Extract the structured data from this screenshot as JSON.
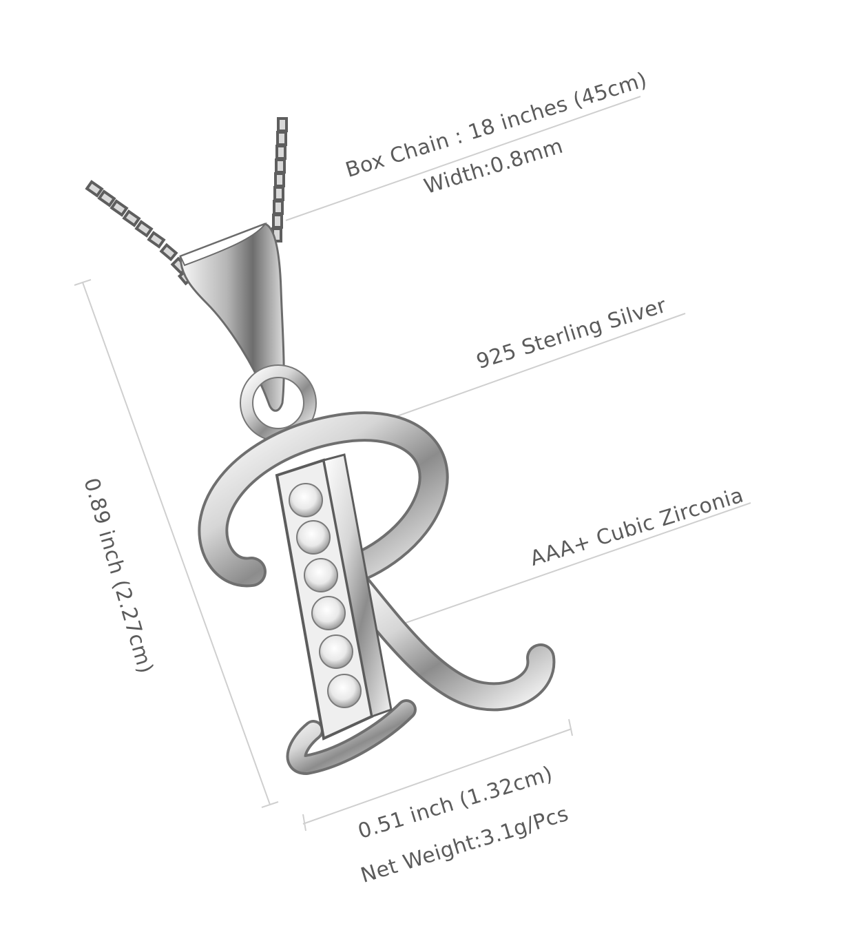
{
  "specs": {
    "chain": "Box Chain : 18 inches (45cm)",
    "width": "Width:0.8mm",
    "material": "925 Sterling Silver",
    "stones": "AAA+ Cubic Zirconia",
    "height_dimension": "0.89 inch (2.27cm)",
    "width_dimension": "0.51 inch (1.32cm)",
    "net_weight": "Net Weight:3.1g/Pcs"
  },
  "pendant": {
    "letter": "R",
    "metal_color": "#c9c9c9",
    "stone_color": "#f4f4f4",
    "line_color": "#c8c8c8",
    "text_color": "#5b5b5b"
  }
}
